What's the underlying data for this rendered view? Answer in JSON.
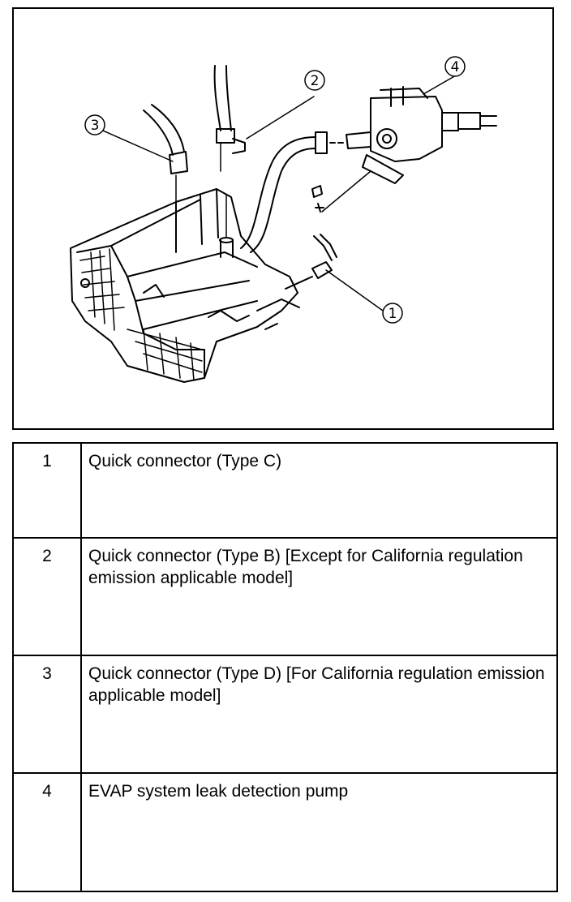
{
  "figure": {
    "callouts": [
      "1",
      "2",
      "3",
      "4"
    ]
  },
  "legend": {
    "rows": [
      {
        "number": "1",
        "description": "Quick connector (Type C)"
      },
      {
        "number": "2",
        "description": "Quick connector (Type B) [Except for California regulation emission applicable model]"
      },
      {
        "number": "3",
        "description": "Quick connector (Type D) [For California regulation emission applicable model]"
      },
      {
        "number": "4",
        "description": "EVAP system leak detection pump"
      }
    ]
  }
}
